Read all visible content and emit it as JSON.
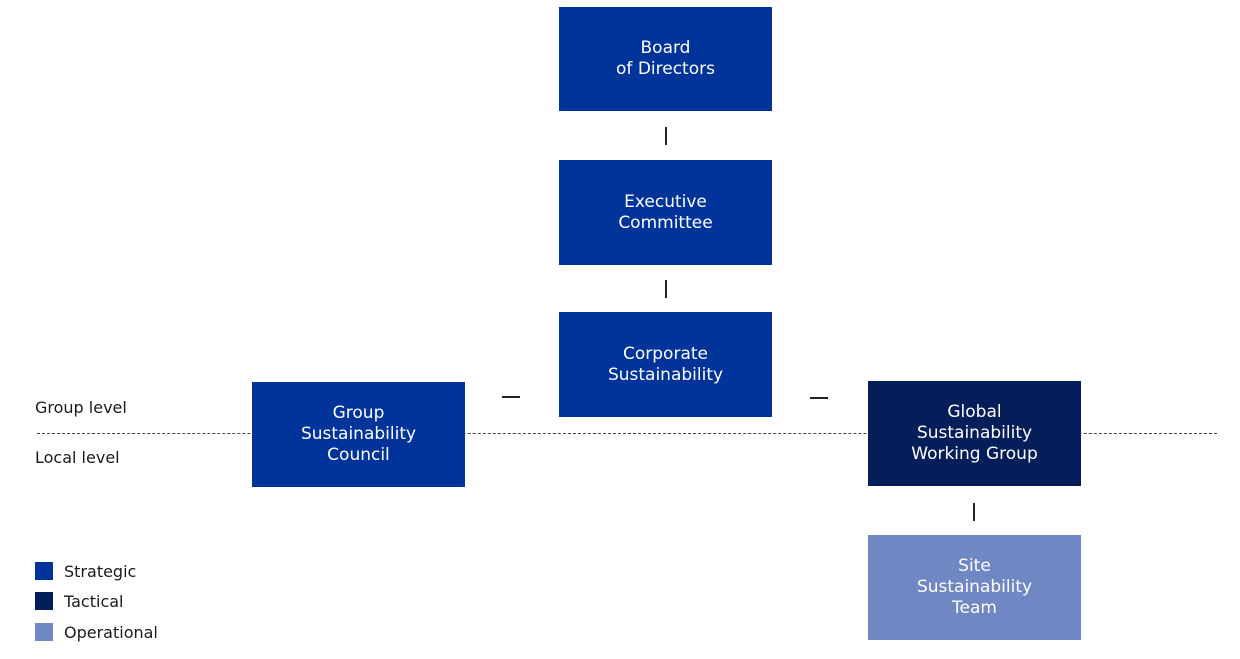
{
  "colors": {
    "strategic": "#00349a",
    "tactical": "#041e5a",
    "operational": "#6f88c4"
  },
  "levels": {
    "group": "Group level",
    "local": "Local level"
  },
  "nodes": {
    "board": "Board\nof Directors",
    "executive": "Executive\nCommittee",
    "corporate": "Corporate\nSustainability",
    "group_council": "Group\nSustainability\nCouncil",
    "global_working_group": "Global\nSustainability\nWorking Group",
    "site_team": "Site\nSustainability\nTeam"
  },
  "legend": [
    {
      "label": "Strategic",
      "color": "#00349a"
    },
    {
      "label": "Tactical",
      "color": "#041e5a"
    },
    {
      "label": "Operational",
      "color": "#6f88c4"
    }
  ]
}
